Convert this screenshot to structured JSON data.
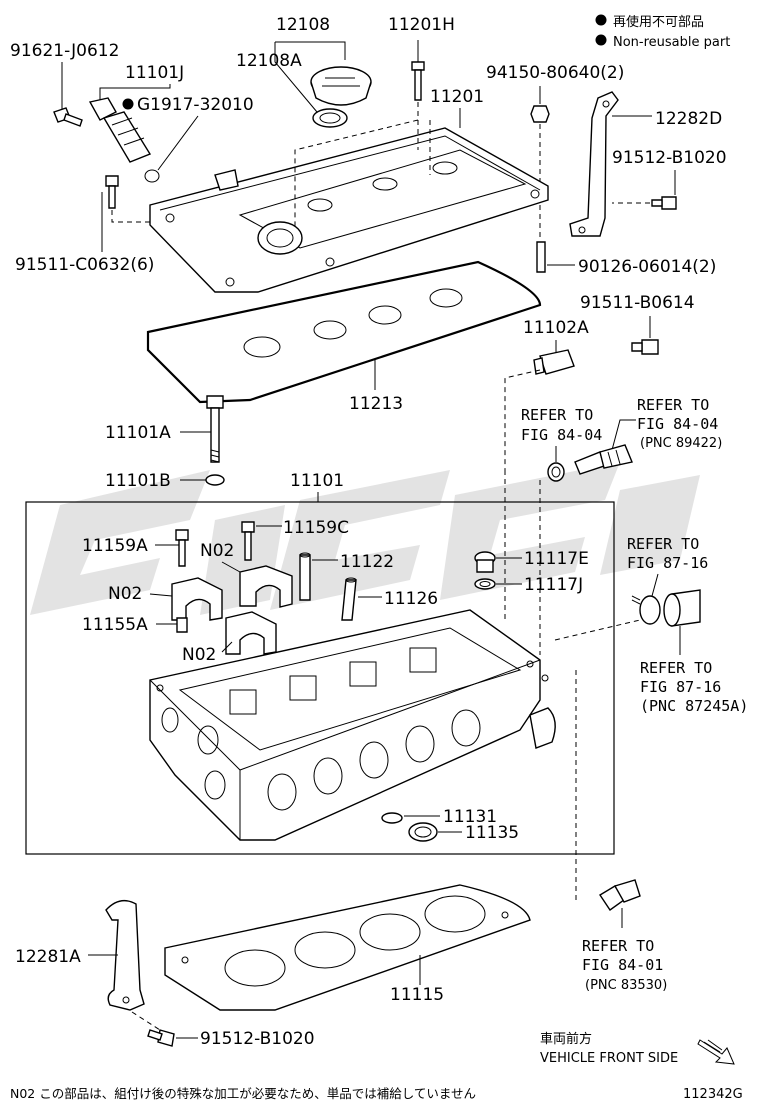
{
  "legend": {
    "non_reusable_jp": "再使用不可部品",
    "non_reusable_en": "Non-reusable part"
  },
  "parts": {
    "p12108": "12108",
    "p12108A": "12108A",
    "p11201H": "11201H",
    "p91621": "91621-J0612",
    "p11101J": "11101J",
    "pG1917": "G1917-32010",
    "p94150": "94150-80640(2)",
    "p11201": "11201",
    "p12282D": "12282D",
    "p91512a": "91512-B1020",
    "p91511c": "91511-C0632(6)",
    "p90126": "90126-06014(2)",
    "p91511b": "91511-B0614",
    "p11102A": "11102A",
    "p11213": "11213",
    "p11101A": "11101A",
    "p11101B": "11101B",
    "p11101": "11101",
    "p11159C": "11159C",
    "p11159A": "11159A",
    "pN02a": "N02",
    "p11122": "11122",
    "p11117E": "11117E",
    "p11117J": "11117J",
    "pN02b": "N02",
    "p11126": "11126",
    "p11155A": "11155A",
    "pN02c": "N02",
    "p11131": "11131",
    "p11135": "11135",
    "p12281A": "12281A",
    "p11115": "11115",
    "p91512b": "91512-B1020"
  },
  "refs": {
    "r1_line1": "REFER TO",
    "r1_line2": "FIG 84-04",
    "r2_line1": "REFER TO",
    "r2_line2": "FIG 84-04",
    "r2_line3": "(PNC 89422)",
    "r3_line1": "REFER TO",
    "r3_line2": "FIG 87-16",
    "r4_line1": "REFER TO",
    "r4_line2": "FIG 87-16",
    "r4_line3": "(PNC 87245A)",
    "r5_line1": "REFER TO",
    "r5_line2": "FIG 84-01",
    "r5_line3": "(PNC 83530)"
  },
  "front": {
    "jp": "車両前方",
    "en": "VEHICLE FRONT SIDE"
  },
  "footer": {
    "note": "N02  この部品は、組付け後の特殊な加工が必要なため、単品では補給していません",
    "figure_id": "112342G"
  }
}
